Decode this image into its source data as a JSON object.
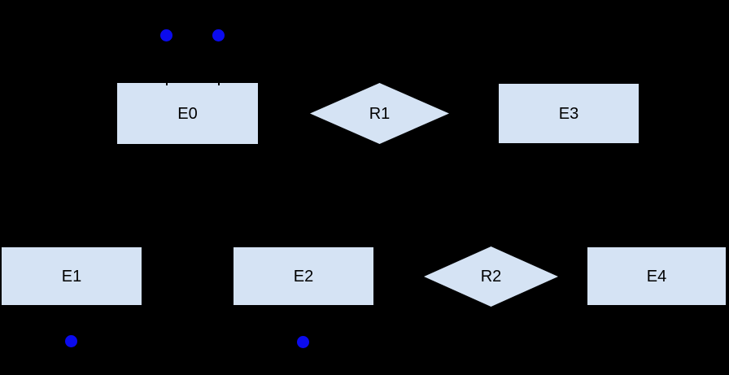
{
  "colors": {
    "background": "#000000",
    "shape_fill": "#d5e3f4",
    "shape_stroke": "#000000",
    "label": "#000000",
    "attribute_dot": "#0b0bee"
  },
  "nodes": {
    "e0": {
      "label": "E0",
      "type": "entity"
    },
    "r1": {
      "label": "R1",
      "type": "relationship"
    },
    "e3": {
      "label": "E3",
      "type": "entity"
    },
    "e1": {
      "label": "E1",
      "type": "entity"
    },
    "e2": {
      "label": "E2",
      "type": "entity"
    },
    "r2": {
      "label": "R2",
      "type": "relationship"
    },
    "e4": {
      "label": "E4",
      "type": "entity"
    }
  },
  "attribute_dots": {
    "count": 4,
    "attached_to": [
      "E0",
      "E0",
      "E1",
      "E2"
    ]
  }
}
